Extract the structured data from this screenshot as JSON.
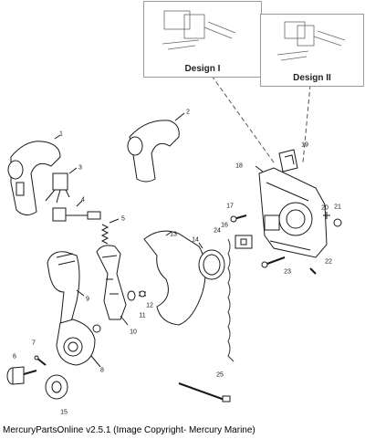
{
  "insets": [
    {
      "label": "Design I"
    },
    {
      "label": "Design II"
    }
  ],
  "parts": [
    {
      "label": "1"
    },
    {
      "label": "2"
    },
    {
      "label": "3"
    },
    {
      "label": "4"
    },
    {
      "label": "5"
    },
    {
      "label": "6"
    },
    {
      "label": "7"
    },
    {
      "label": "8"
    },
    {
      "label": "9"
    },
    {
      "label": "10"
    },
    {
      "label": "11"
    },
    {
      "label": "12"
    },
    {
      "label": "13"
    },
    {
      "label": "14"
    },
    {
      "label": "15"
    },
    {
      "label": "16"
    },
    {
      "label": "17"
    },
    {
      "label": "18"
    },
    {
      "label": "19"
    },
    {
      "label": "20"
    },
    {
      "label": "21"
    },
    {
      "label": "22"
    },
    {
      "label": "23"
    },
    {
      "label": "24"
    },
    {
      "label": "25"
    }
  ],
  "copyright": "MercuryPartsOnline v2.5.1 (Image Copyright- Mercury Marine)"
}
